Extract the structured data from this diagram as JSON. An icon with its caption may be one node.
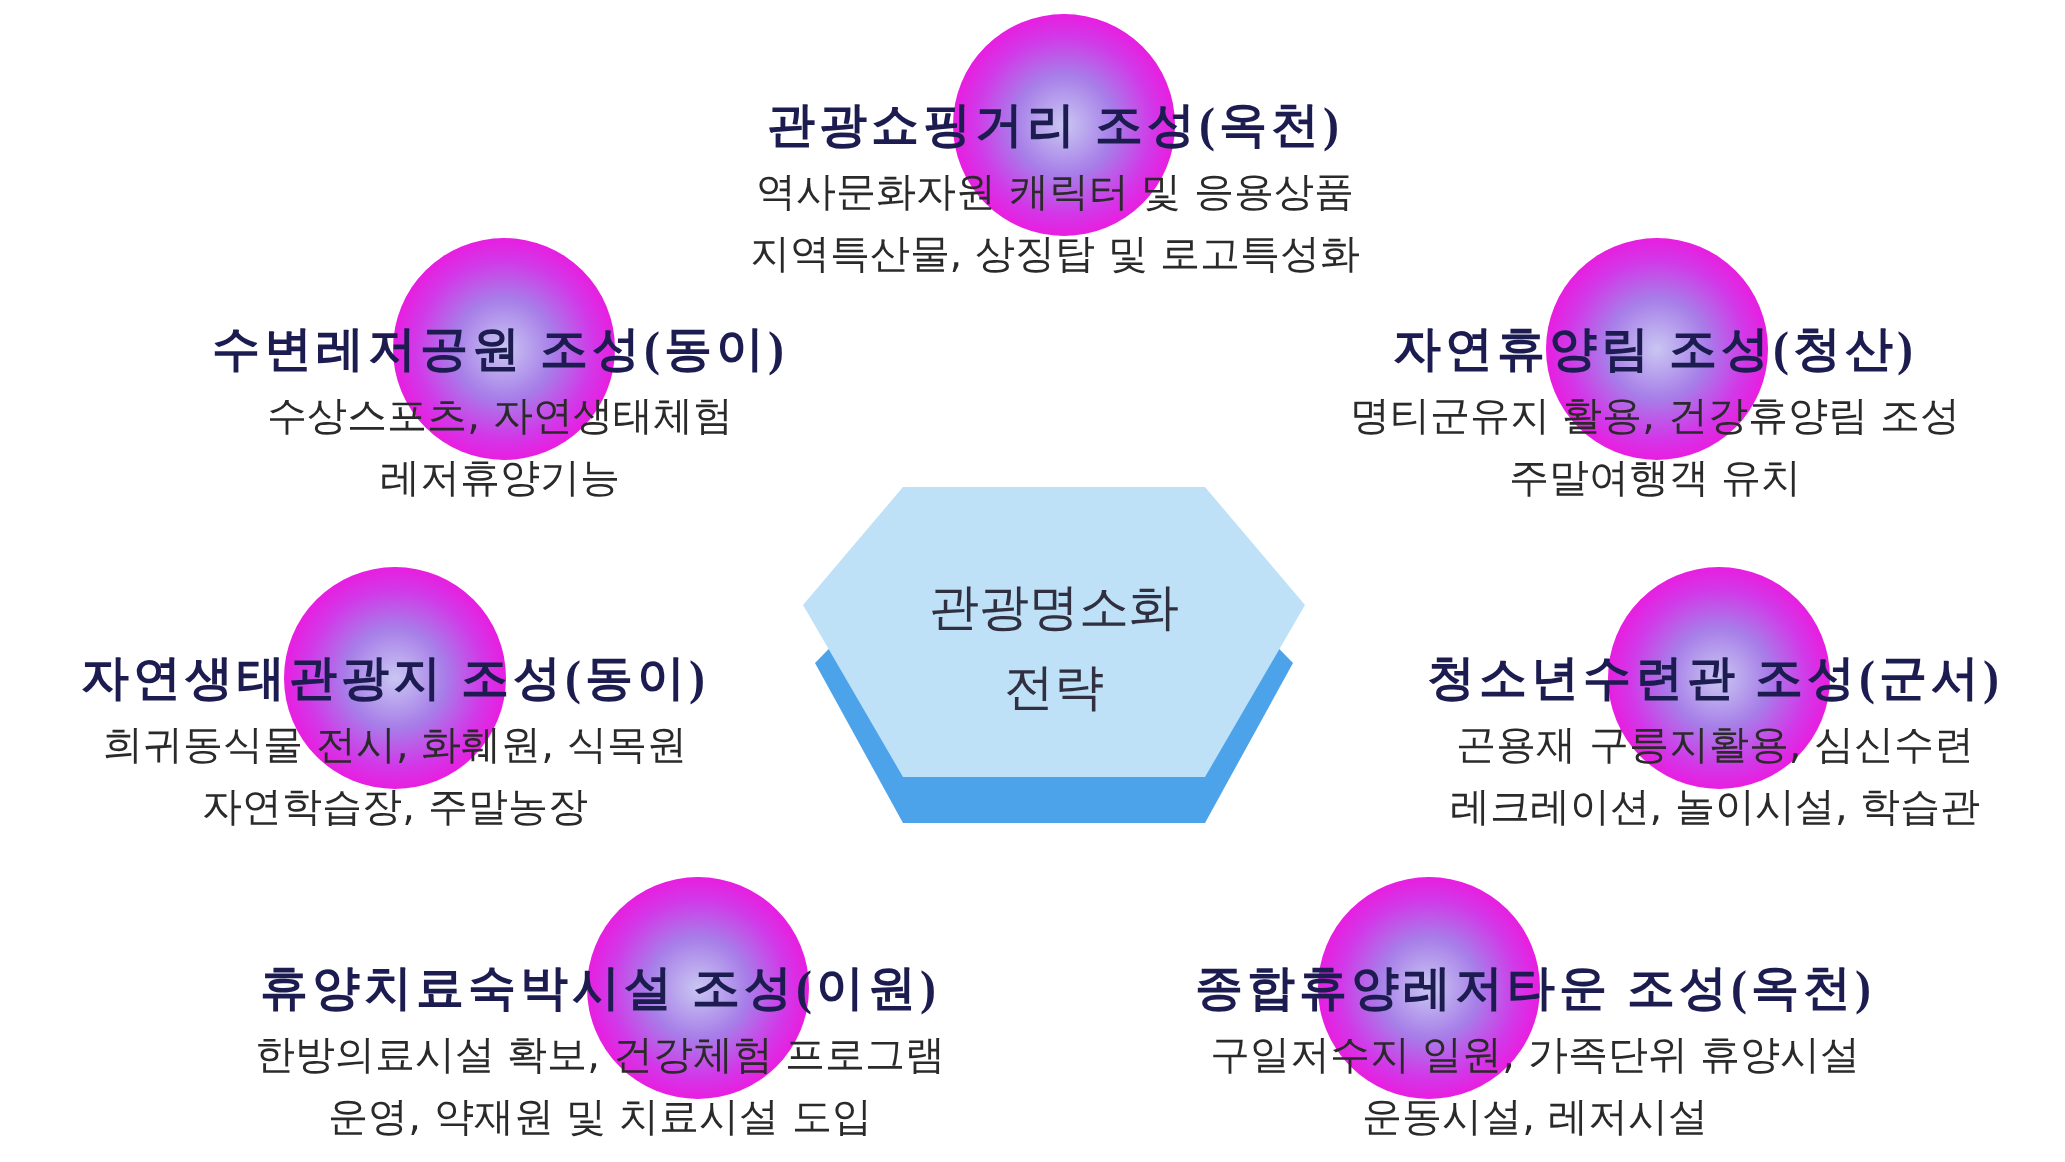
{
  "diagram": {
    "nodes": [
      {
        "text": [
          "관광쇼핑거리 조성(옥천)",
          "역사문화자원 캐릭터 및 응용상품 지역특산물, 상징탑 및 로고특성화"
        ]
      },
      {
        "text": [
          "수변레저공원 조성(동이)",
          "수상스포츠, 자연생태체험 레저휴양기능"
        ]
      },
      {
        "text": [
          "자연휴양림 조성(청산)",
          "명티군유지 활용, 건강휴양림 조성 주말여행객 유치"
        ]
      },
      {
        "text": [
          "관광명소화 전략"
        ]
      },
      {
        "text": [
          "자연생태관광지 조성(동이)",
          "희귀동식물 전시, 화훼원, 식목원 자연학습장, 주말농장"
        ]
      },
      {
        "text": [
          "청소년수련관 조성(군서)",
          "곤용재 구릉지활용, 심신수련 레크레이션, 놀이시설, 학습관"
        ]
      },
      {
        "text": [
          "휴양치료숙박시설 조성(이원)",
          "한방의료시설 확보, 건강체험 프로그램 운영, 약재원 및 치료시설 도입"
        ]
      },
      {
        "text": [
          "종합휴양레저타운 조성(옥천)",
          "구일저수지 일원, 가족단위 휴양시설 운동시설, 레저시설"
        ]
      }
    ]
  }
}
